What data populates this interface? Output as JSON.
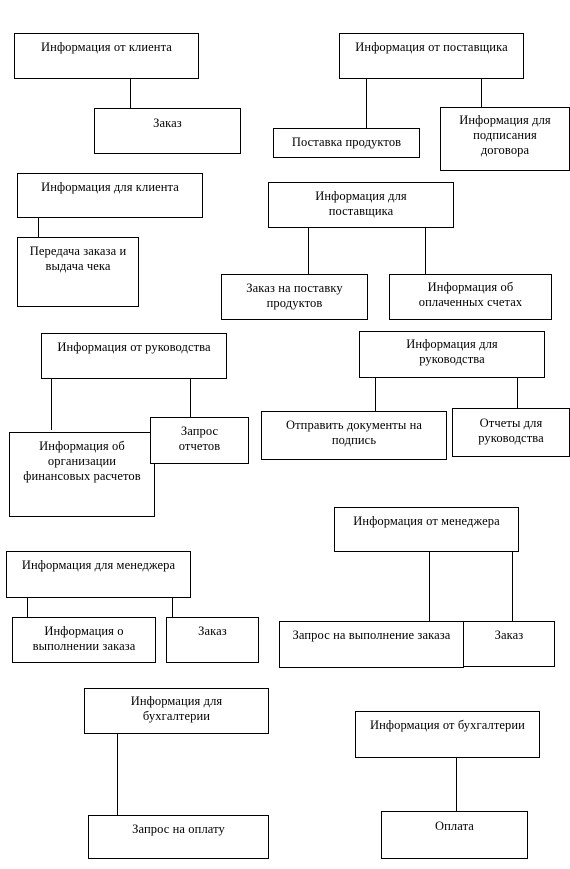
{
  "diagram": {
    "client": {
      "from": "Информация от клиента",
      "order": "Заказ",
      "to": "Информация для клиента",
      "transfer": "Передача заказа и\nвыдача чека"
    },
    "supplier": {
      "from": "Информация от поставщика",
      "delivery": "Поставка продуктов",
      "signing": "Информация для\nподписания\nдоговора",
      "to": "Информация для\nпоставщика",
      "supply_order": "Заказ на поставку\nпродуктов",
      "paid_invoices": "Информация об\nоплаченных счетах"
    },
    "management": {
      "from": "Информация от руководства",
      "fin_org": "Информация об\nорганизации\nфинансовых расчетов",
      "reports_request": "Запрос\nотчетов",
      "to": "Информация для\nруководства",
      "send_docs": "Отправить документы на\nподпись",
      "reports": "Отчеты для\nруководства"
    },
    "manager": {
      "from": "Информация от менеджера",
      "exec_request": "Запрос на выполнение заказа",
      "order": "Заказ",
      "to": "Информация для менеджера",
      "exec_info": "Информация о\nвыполнении заказа",
      "order2": "Заказ"
    },
    "accounting": {
      "to": "Информация для\nбухгалтерии",
      "payment_request": "Запрос на оплату",
      "from": "Информация от бухгалтерии",
      "payment": "Оплата"
    }
  }
}
